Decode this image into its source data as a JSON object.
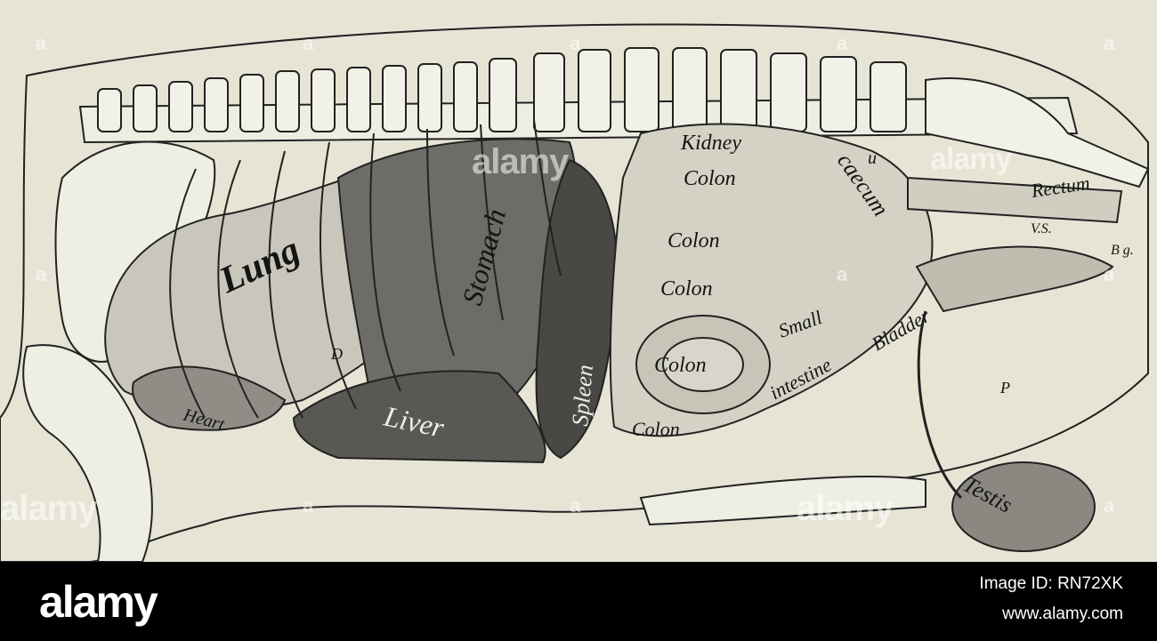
{
  "labels": {
    "kidney": "Kidney",
    "colon": "Colon",
    "caecum": "caecum",
    "u": "u",
    "rectum": "Rectum",
    "vs": "V.S.",
    "bg": "B g.",
    "lung": "Lung",
    "stomach": "Stomach",
    "spleen": "Spleen",
    "liver": "Liver",
    "heart": "Heart",
    "d": "D",
    "small": "Small",
    "intestine": "intestine",
    "bladder": "Bladder",
    "p": "P",
    "testis": "Testis"
  },
  "watermark": {
    "brand": "alamy",
    "marker": "a"
  },
  "footer": {
    "logo": "alamy",
    "image_id": "Image ID: RN72XK",
    "url": "www.alamy.com"
  },
  "colors": {
    "paper": "#e6e4d4",
    "ink": "#141414",
    "footer_bg": "#000000",
    "footer_text": "#ffffff"
  }
}
